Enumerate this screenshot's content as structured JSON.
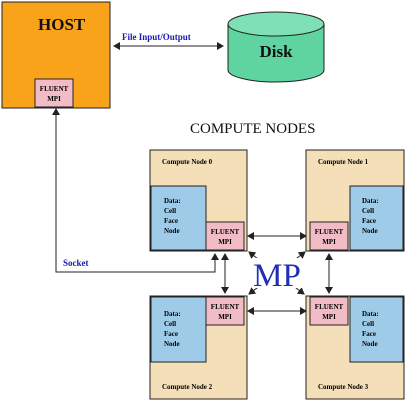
{
  "host": {
    "title": "HOST",
    "mpi_line1": "FLUENT",
    "mpi_line2": "MPI"
  },
  "disk": {
    "label": "Disk"
  },
  "io_label": "File Input/Output",
  "section_title": "COMPUTE NODES",
  "socket_label": "Socket",
  "mp_label": "MP",
  "data_lines": [
    "Data:",
    "Cell",
    "Face",
    "Node"
  ],
  "mpi": {
    "line1": "FLUENT",
    "line2": "MPI"
  },
  "nodes": [
    {
      "name": "Compute Node 0"
    },
    {
      "name": "Compute Node 1"
    },
    {
      "name": "Compute Node 2"
    },
    {
      "name": "Compute Node 3"
    }
  ],
  "colors": {
    "host_fill": "#f8a31a",
    "node_fill": "#f5dfb8",
    "data_fill": "#9dcbe8",
    "mpi_fill": "#f2bcc6",
    "disk_fill": "#5fd3a0",
    "io_text": "#1a1ab0",
    "mp_text": "#1f2db8",
    "line": "#222222"
  }
}
